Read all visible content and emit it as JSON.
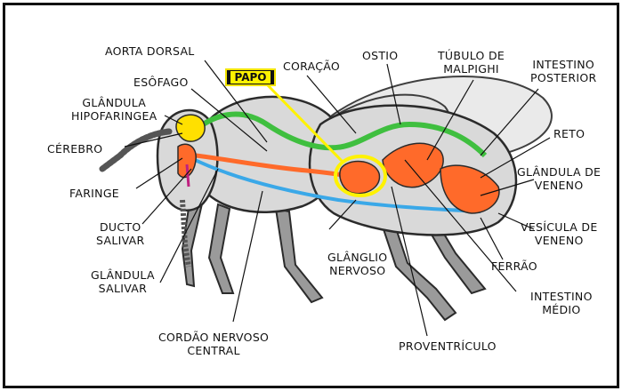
{
  "highlight": {
    "label": "PAPO",
    "color": "#fff200"
  },
  "labels": {
    "aorta_dorsal": "AORTA DORSAL",
    "esofago": "ESÔFAGO",
    "glandula_hipofaringea": "GLÂNDULA\nHIPOFARINGEA",
    "cerebro": "CÉREBRO",
    "faringe": "FARINGE",
    "ducto_salivar": "DUCTO\nSALIVAR",
    "glandula_salivar": "GLÂNDULA\nSALIVAR",
    "cordao_nervoso": "CORDÃO NERVOSO\nCENTRAL",
    "ganglio_nervoso": "GLÂNGLIO\nNERVOSO",
    "proventriculo": "PROVENTRÍCULO",
    "coracao": "CORAÇÃO",
    "ostio": "OSTIO",
    "tubulo": "TÚBULO DE\nMALPIGHI",
    "intestino_posterior": "INTESTINO\nPOSTERIOR",
    "reto": "RETO",
    "glandula_veneno": "GLÂNDULA DE\nVENENO",
    "vesicula_veneno": "VESÍCULA DE\nVENENO",
    "ferrao": "FERRÃO",
    "intestino_medio": "INTESTINO\nMÉDIO"
  },
  "colors": {
    "body": "#d9d9d9",
    "outline": "#2b2b2b",
    "heart": "#3fbf3f",
    "gut": "#ff6a2a",
    "nerve": "#3aa8e8",
    "gland": "#ffe000"
  }
}
